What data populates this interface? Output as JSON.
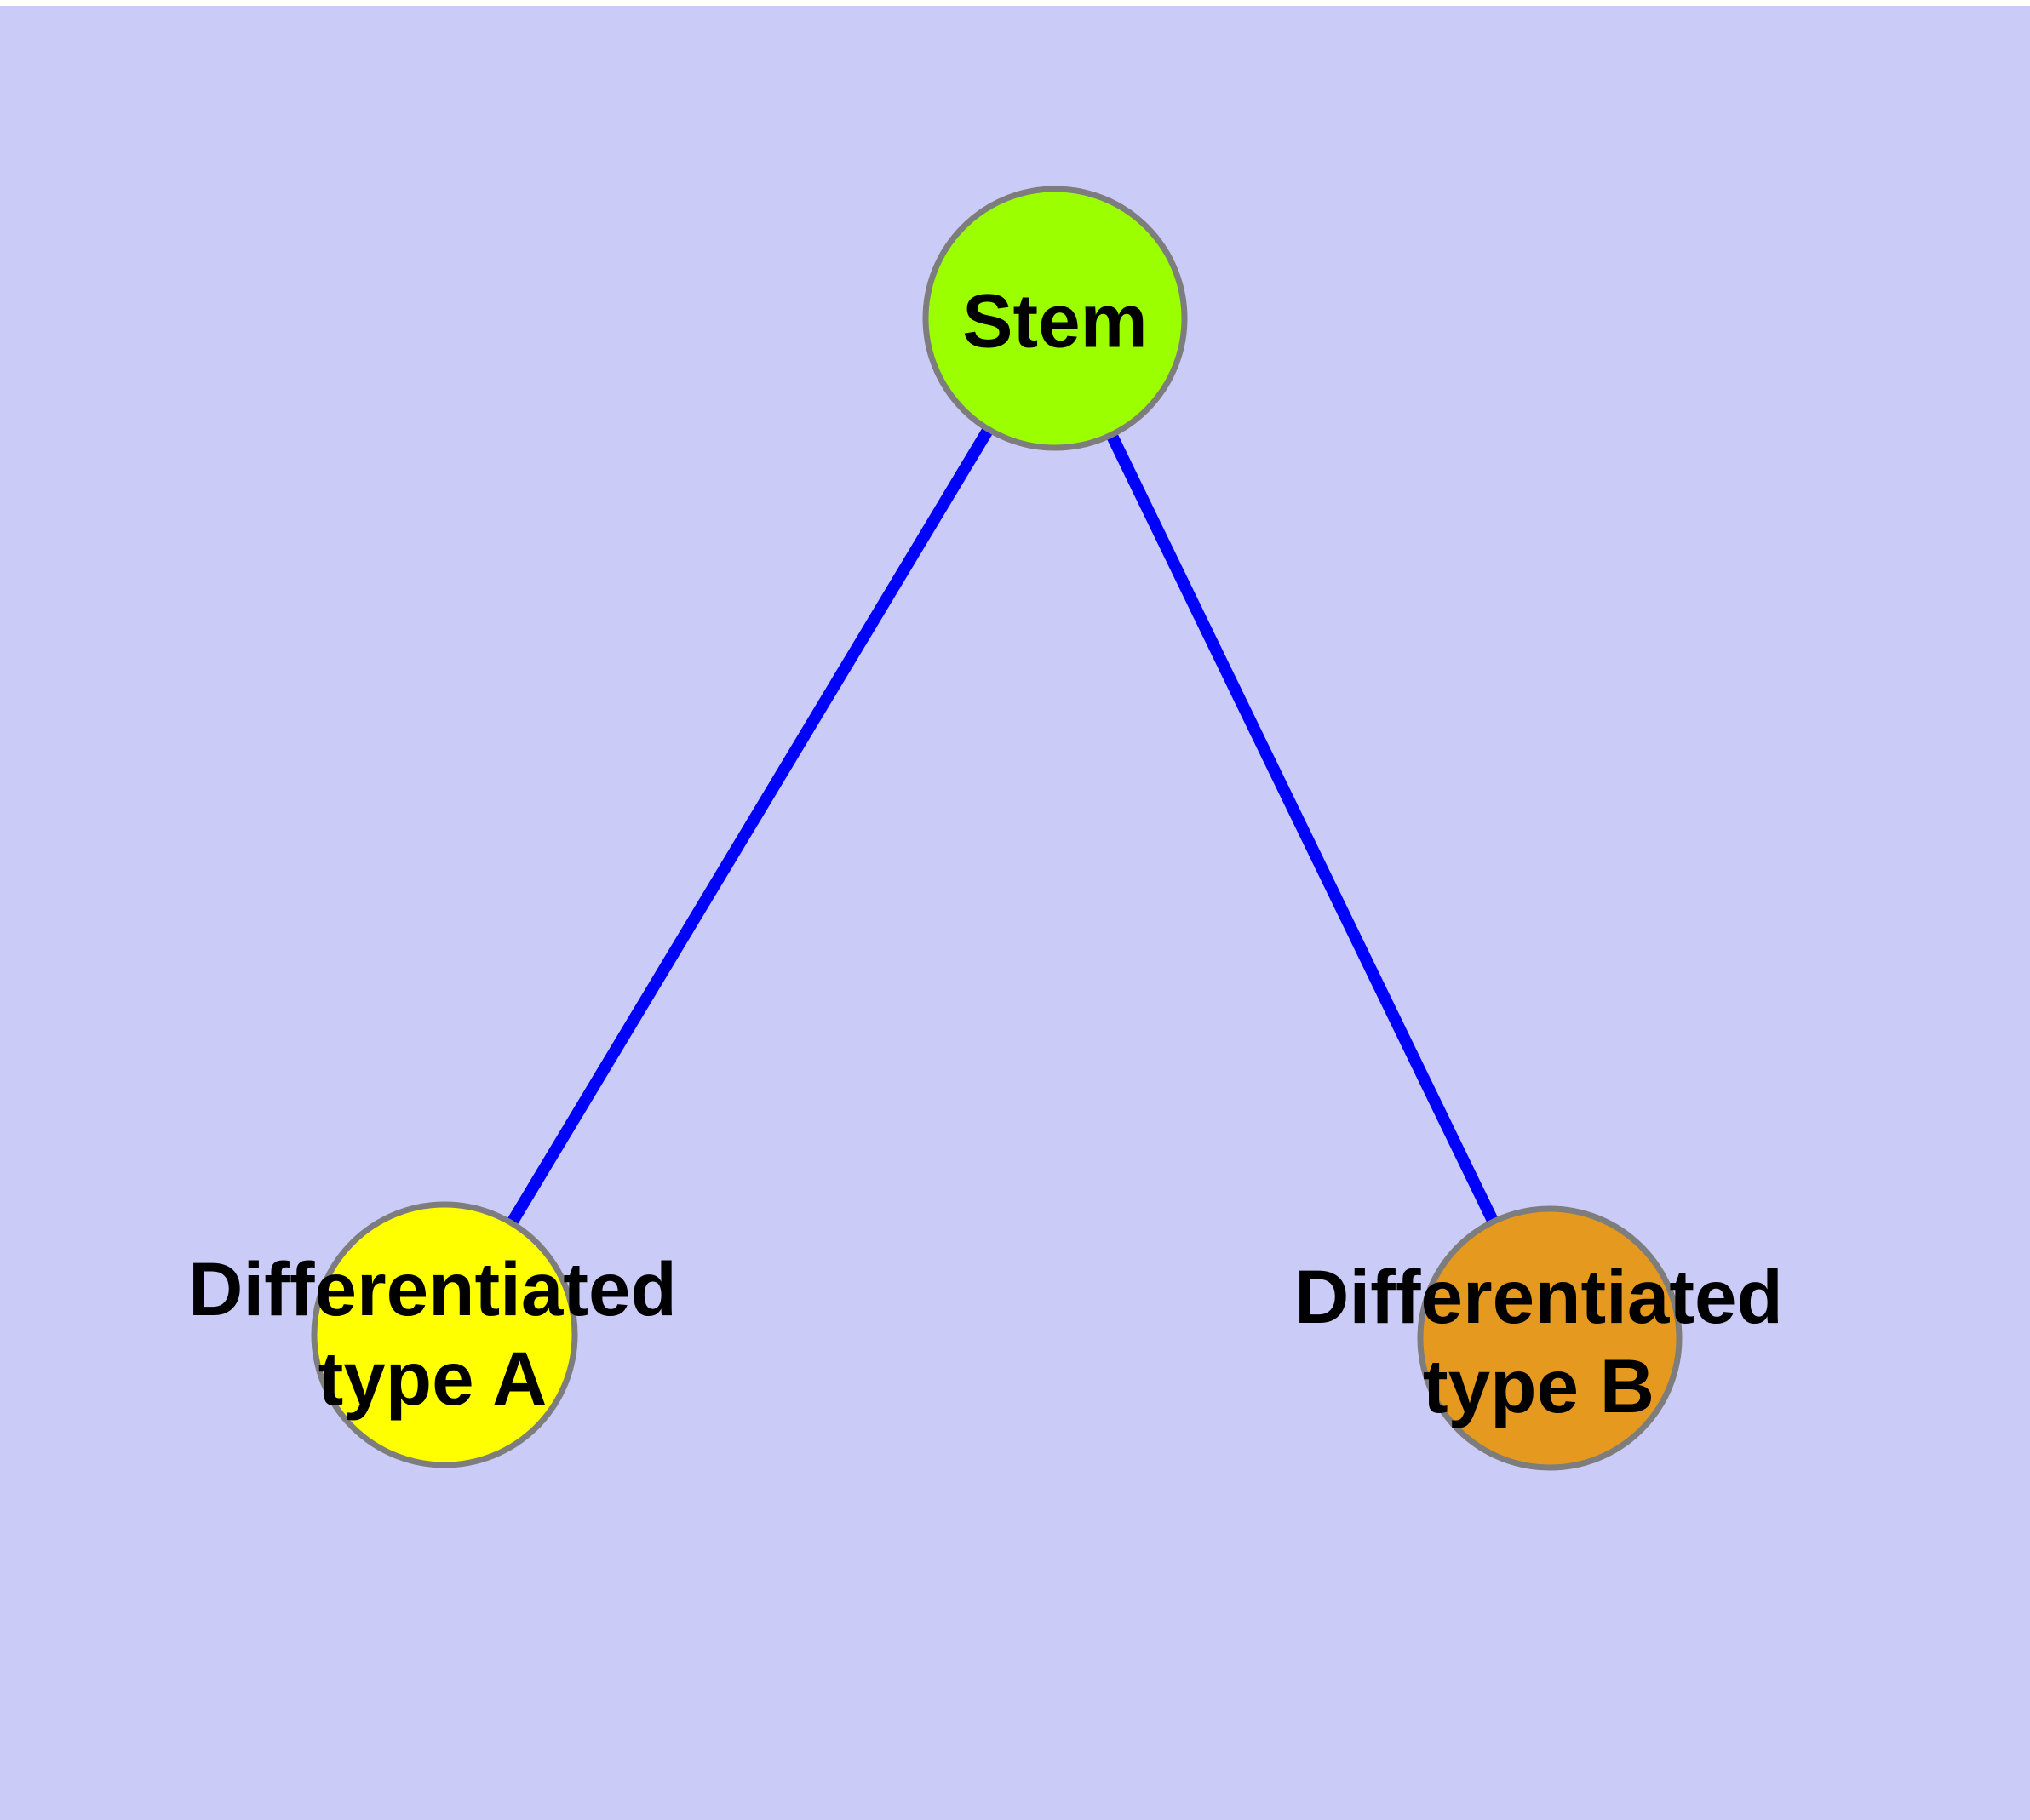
{
  "diagram": {
    "type": "graph",
    "background_color": "#cbcbf7",
    "top_margin_color": "#ffffff",
    "node_border_color": "#7d7d7d",
    "label_color": "#000000",
    "nodes": [
      {
        "id": "stem",
        "label": "Stem",
        "color": "#9bff00"
      },
      {
        "id": "differentiated-type-a",
        "label": "Differentiated\ntype A",
        "color": "#ffff00"
      },
      {
        "id": "differentiated-type-b",
        "label": "Differentiated\ntype B",
        "color": "#e6991f"
      }
    ],
    "edges": [
      {
        "from": "stem",
        "to": "differentiated-type-a",
        "color": "#0000ff"
      },
      {
        "from": "stem",
        "to": "differentiated-type-b",
        "color": "#0000ff"
      }
    ]
  }
}
